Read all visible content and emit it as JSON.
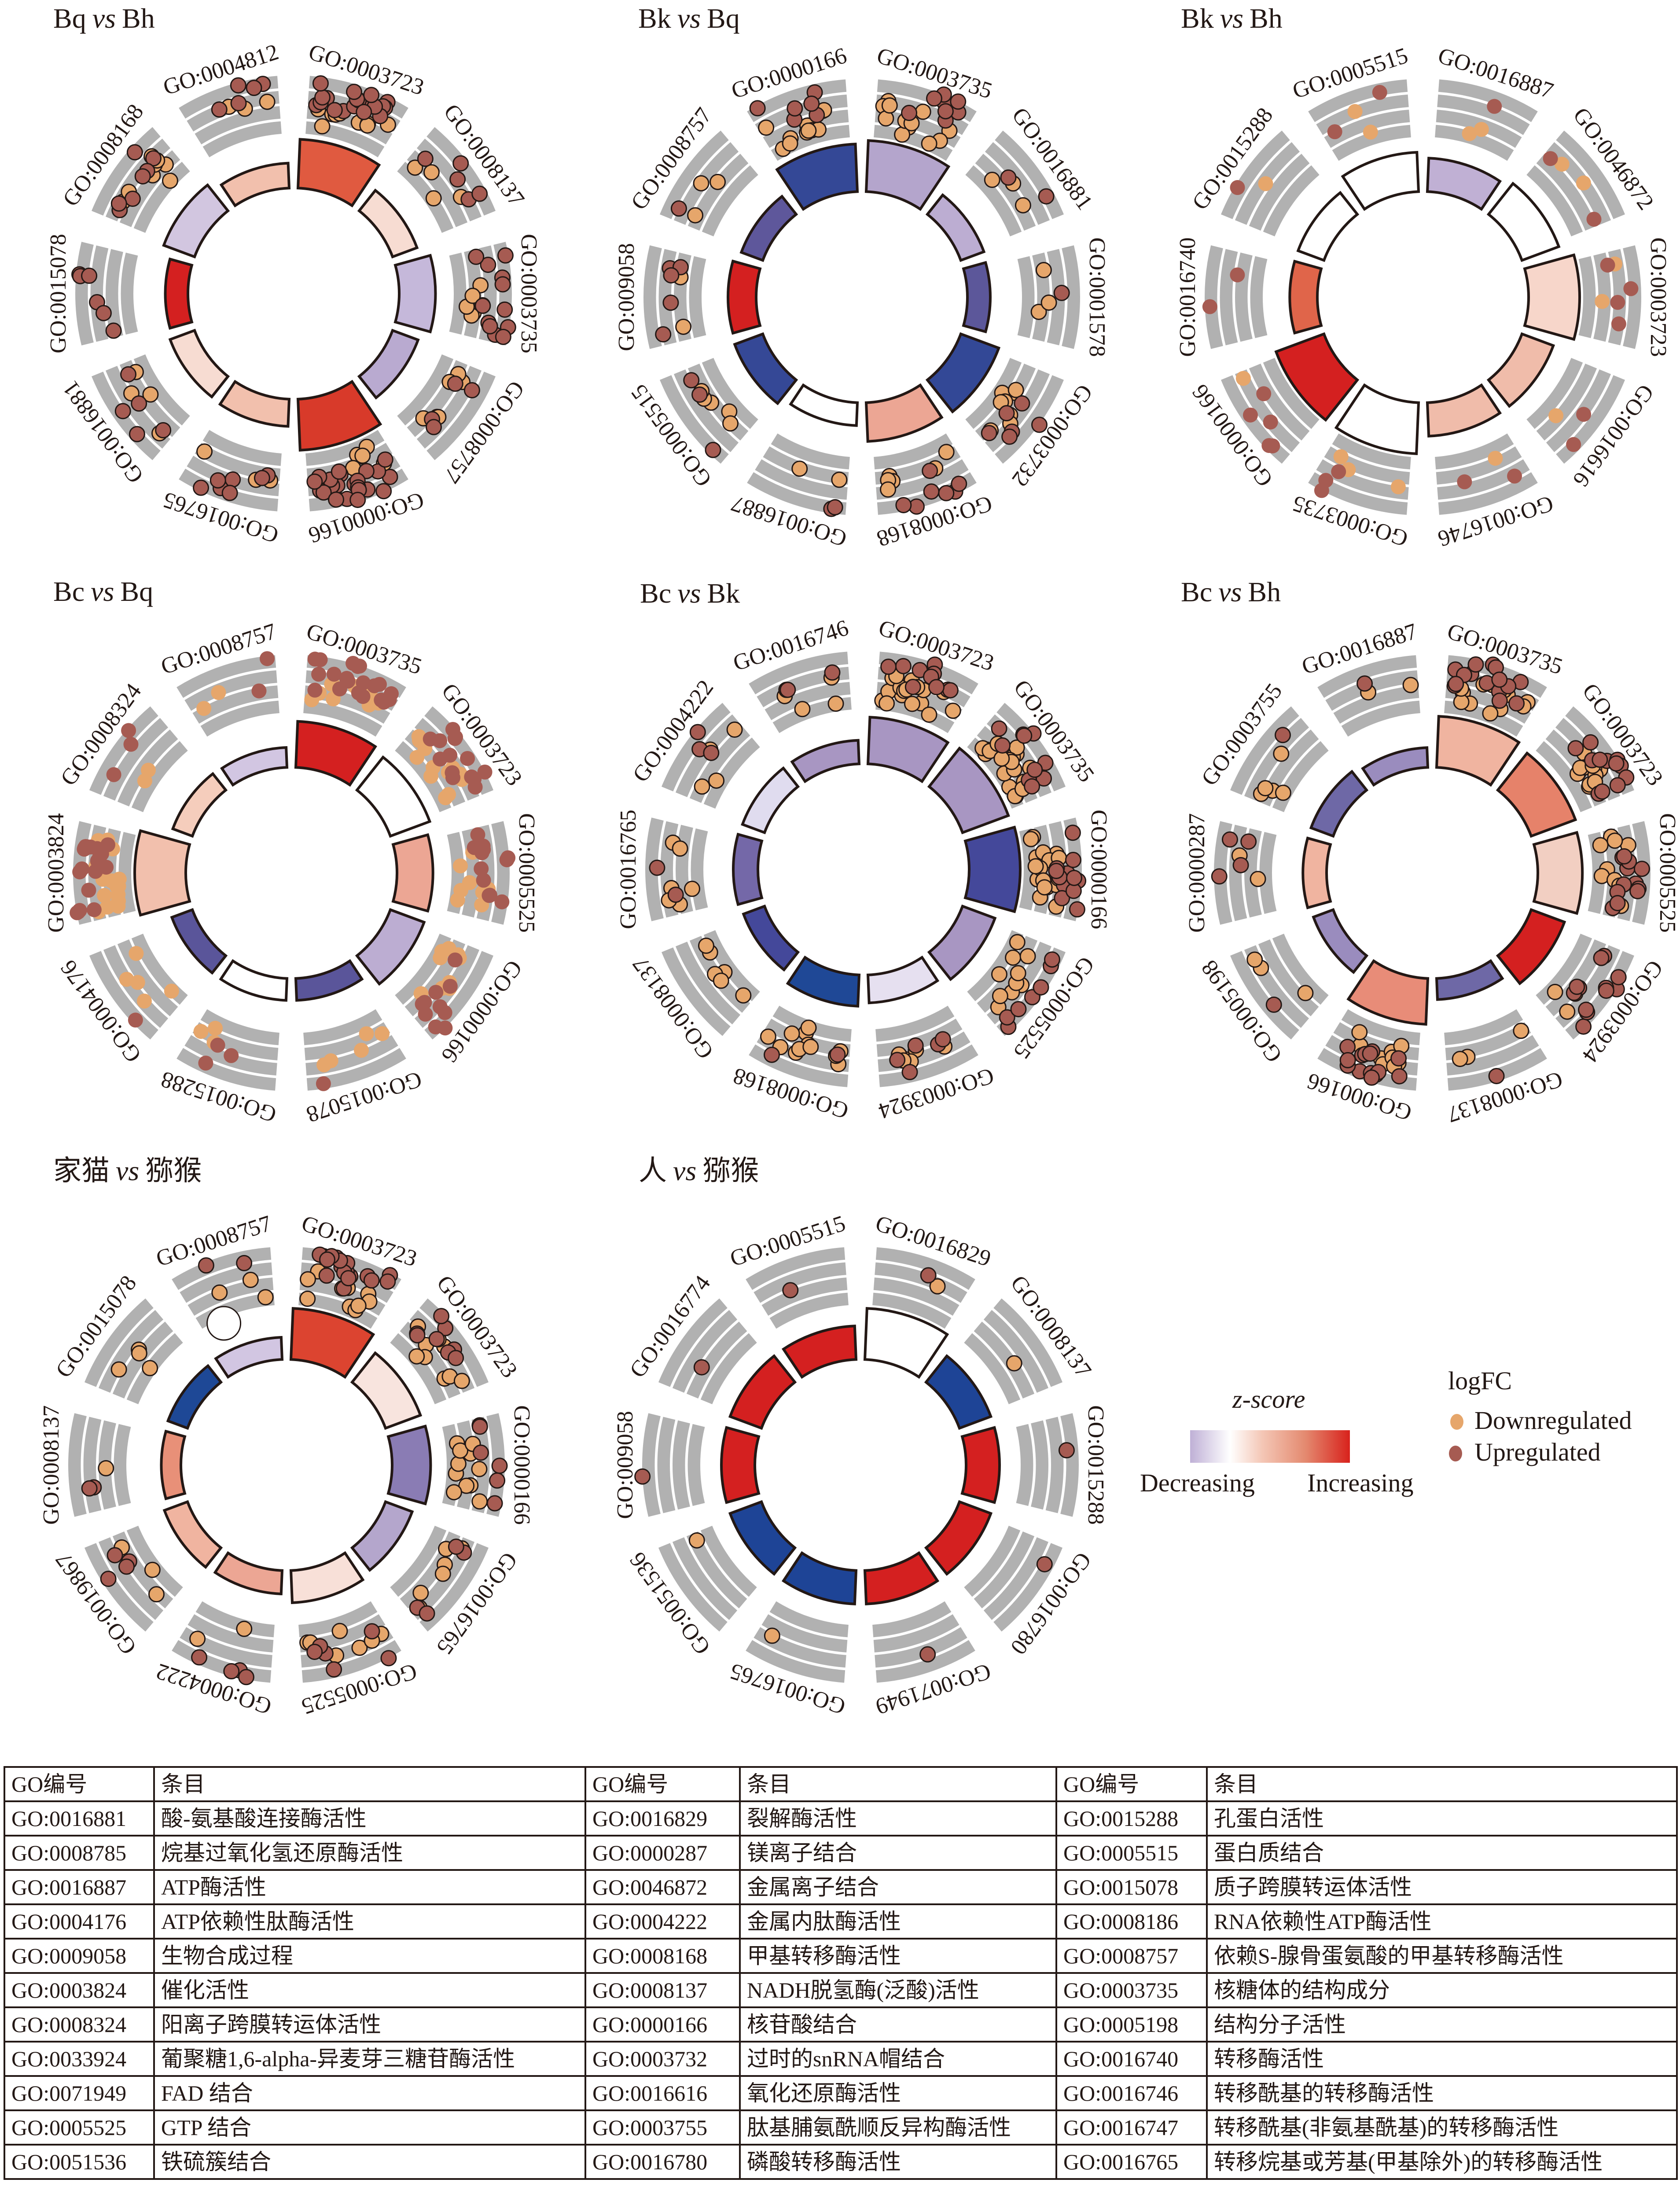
{
  "chart_data": {
    "type": "goplot-circle",
    "point_colors": {
      "down": "#e6a66b",
      "up": "#a65b52"
    },
    "plots": [
      {
        "title": {
          "a": "Bq",
          "vs": "vs",
          "b": "Bh"
        },
        "outlined": true,
        "segments": [
          {
            "term": "GO:0003723",
            "color": "#e05a40",
            "down": 9,
            "up": 20
          },
          {
            "term": "GO:0008137",
            "color": "#f7dcd2",
            "down": 4,
            "up": 5
          },
          {
            "term": "GO:0003735",
            "color": "#c5b8da",
            "down": 6,
            "up": 12
          },
          {
            "term": "GO:0008757",
            "color": "#b9aad0",
            "down": 6,
            "up": 4
          },
          {
            "term": "GO:0000166",
            "color": "#d83a2a",
            "down": 6,
            "up": 25
          },
          {
            "term": "GO:0016765",
            "color": "#f2c0ad",
            "down": 3,
            "up": 7
          },
          {
            "term": "GO:0016881",
            "color": "#f7dcd2",
            "down": 4,
            "up": 5
          },
          {
            "term": "GO:0015078",
            "color": "#d42020",
            "down": 0,
            "up": 6
          },
          {
            "term": "GO:0008168",
            "color": "#d2c6e0",
            "down": 8,
            "up": 7
          },
          {
            "term": "GO:0004812",
            "color": "#f2c0ad",
            "down": 3,
            "up": 5
          }
        ]
      },
      {
        "title": {
          "a": "Bk",
          "vs": "vs",
          "b": "Bq"
        },
        "outlined": true,
        "segments": [
          {
            "term": "GO:0003735",
            "color": "#b4a5cc",
            "down": 12,
            "up": 8
          },
          {
            "term": "GO:0016881",
            "color": "#bcadd2",
            "down": 3,
            "up": 2
          },
          {
            "term": "GO:0001578",
            "color": "#5c579a",
            "down": 3,
            "up": 1
          },
          {
            "term": "GO:0003732",
            "color": "#334896",
            "down": 8,
            "up": 6
          },
          {
            "term": "GO:0008168",
            "color": "#eca694",
            "down": 6,
            "up": 7
          },
          {
            "term": "GO:0016887",
            "color": "#ffffff",
            "down": 2,
            "up": 2
          },
          {
            "term": "GO:0005515",
            "color": "#354896",
            "down": 5,
            "up": 3
          },
          {
            "term": "GO:009058",
            "color": "#d42020",
            "down": 2,
            "up": 5
          },
          {
            "term": "GO:0008757",
            "color": "#5e579b",
            "down": 3,
            "up": 1
          },
          {
            "term": "GO:0000166",
            "color": "#344896",
            "down": 12,
            "up": 6
          }
        ]
      },
      {
        "title": {
          "a": "Bk",
          "vs": "vs",
          "b": "Bh"
        },
        "outlined": false,
        "segments": [
          {
            "term": "GO:0016887",
            "color": "#c0b0d4",
            "down": 2,
            "up": 1
          },
          {
            "term": "GO:0046872",
            "color": "#ffffff",
            "down": 2,
            "up": 2
          },
          {
            "term": "GO:0003723",
            "color": "#f7d6ca",
            "down": 2,
            "up": 4
          },
          {
            "term": "GO:0016616",
            "color": "#f0bcaa",
            "down": 1,
            "up": 2
          },
          {
            "term": "GO:0016746",
            "color": "#f0bcaa",
            "down": 1,
            "up": 2
          },
          {
            "term": "GO:0003735",
            "color": "#ffffff",
            "down": 3,
            "up": 3
          },
          {
            "term": "GO:0000166",
            "color": "#d42020",
            "down": 1,
            "up": 5
          },
          {
            "term": "GO:0016740",
            "color": "#e0654a",
            "down": 0,
            "up": 2
          },
          {
            "term": "GO:0015288",
            "color": "#ffffff",
            "down": 1,
            "up": 1
          },
          {
            "term": "GO:0005515",
            "color": "#ffffff",
            "down": 2,
            "up": 2
          }
        ]
      },
      {
        "title": {
          "a": "Bc",
          "vs": "vs",
          "b": "Bq"
        },
        "outlined": false,
        "segments": [
          {
            "term": "GO:0003735",
            "color": "#d42020",
            "down": 10,
            "up": 20
          },
          {
            "term": "GO:0003723",
            "color": "#ffffff",
            "down": 12,
            "up": 14
          },
          {
            "term": "GO:0005525",
            "color": "#eca694",
            "down": 8,
            "up": 12
          },
          {
            "term": "GO:0000166",
            "color": "#bcadd2",
            "down": 10,
            "up": 10
          },
          {
            "term": "GO:0015078",
            "color": "#5a559a",
            "down": 5,
            "up": 1
          },
          {
            "term": "GO:0015288",
            "color": "#ffffff",
            "down": 3,
            "up": 3
          },
          {
            "term": "GO:0004176",
            "color": "#5a559a",
            "down": 5,
            "up": 1
          },
          {
            "term": "GO:0003824",
            "color": "#f2c0ad",
            "down": 15,
            "up": 20
          },
          {
            "term": "GO:0008324",
            "color": "#f5cdbc",
            "down": 2,
            "up": 3
          },
          {
            "term": "GO:0008757",
            "color": "#d2c6e2",
            "down": 2,
            "up": 2
          }
        ]
      },
      {
        "title": {
          "a": "Bc",
          "vs": "vs",
          "b": "Bk"
        },
        "outlined": true,
        "segments": [
          {
            "term": "GO:0003723",
            "color": "#a896c2",
            "down": 18,
            "up": 10
          },
          {
            "term": "GO:0003735",
            "color": "#a896c2",
            "down": 20,
            "up": 10
          },
          {
            "term": "GO:0000166",
            "color": "#44489a",
            "down": 20,
            "up": 12
          },
          {
            "term": "GO:0005525",
            "color": "#a896c2",
            "down": 10,
            "up": 7
          },
          {
            "term": "GO:0003924",
            "color": "#e6e0f0",
            "down": 6,
            "up": 5
          },
          {
            "term": "GO:0008168",
            "color": "#1f4896",
            "down": 12,
            "up": 2
          },
          {
            "term": "GO:0008137",
            "color": "#44489a",
            "down": 6,
            "up": 0
          },
          {
            "term": "GO:0016765",
            "color": "#7468a8",
            "down": 6,
            "up": 2
          },
          {
            "term": "GO:0004222",
            "color": "#e0dcef",
            "down": 4,
            "up": 3
          },
          {
            "term": "GO:0016746",
            "color": "#a896c2",
            "down": 5,
            "up": 2
          }
        ]
      },
      {
        "title": {
          "a": "Bc",
          "vs": "vs",
          "b": "Bh"
        },
        "outlined": true,
        "segments": [
          {
            "term": "GO:0003735",
            "color": "#f0b4a0",
            "down": 12,
            "up": 15
          },
          {
            "term": "GO:0003723",
            "color": "#e6826a",
            "down": 12,
            "up": 12
          },
          {
            "term": "GO:0005525",
            "color": "#f2cfc2",
            "down": 10,
            "up": 12
          },
          {
            "term": "GO:0003924",
            "color": "#d42020",
            "down": 3,
            "up": 12
          },
          {
            "term": "GO:0008137",
            "color": "#6e68a6",
            "down": 3,
            "up": 1
          },
          {
            "term": "GO:000166",
            "color": "#e88c78",
            "down": 9,
            "up": 14
          },
          {
            "term": "GO:0005198",
            "color": "#9a8cbe",
            "down": 3,
            "up": 1
          },
          {
            "term": "GO:0000287",
            "color": "#f0b4a0",
            "down": 2,
            "up": 4
          },
          {
            "term": "GO:0003755",
            "color": "#6e68a6",
            "down": 5,
            "up": 1
          },
          {
            "term": "GO:0016887",
            "color": "#9a8cbe",
            "down": 2,
            "up": 1
          }
        ]
      },
      {
        "title": {
          "a": "家猫",
          "vs": "vs",
          "b": "猕猴"
        },
        "outlined": true,
        "segments": [
          {
            "term": "GO:0003723",
            "color": "#dc4430",
            "down": 10,
            "up": 18
          },
          {
            "term": "GO:0003723",
            "color": "#f8e4de",
            "down": 9,
            "up": 8
          },
          {
            "term": "GO:0000166",
            "color": "#8a7cb4",
            "down": 12,
            "up": 6
          },
          {
            "term": "GO:0016765",
            "color": "#b4a6cc",
            "down": 6,
            "up": 4
          },
          {
            "term": "GO:0005525",
            "color": "#f8e0d8",
            "down": 7,
            "up": 6
          },
          {
            "term": "GO:0004222",
            "color": "#eca694",
            "down": 2,
            "up": 4
          },
          {
            "term": "GO:0019867",
            "color": "#f0b4a0",
            "down": 3,
            "up": 4
          },
          {
            "term": "GO:0008137",
            "color": "#e89078",
            "down": 1,
            "up": 2
          },
          {
            "term": "GO:0015078",
            "color": "#1e4896",
            "down": 4,
            "up": 0
          },
          {
            "term": "GO:0008757",
            "color": "#d2c6e2",
            "down": 3,
            "up": 2,
            "empty": 1
          }
        ]
      },
      {
        "title": {
          "a": "人",
          "vs": "vs",
          "b": "猕猴"
        },
        "outlined": true,
        "segments": [
          {
            "term": "GO:0016829",
            "color": "#ffffff",
            "down": 1,
            "up": 1
          },
          {
            "term": "GO:0008137",
            "color": "#1e4496",
            "down": 1,
            "up": 0
          },
          {
            "term": "GO:0015288",
            "color": "#d42020",
            "down": 0,
            "up": 1
          },
          {
            "term": "GO:0016780",
            "color": "#d42020",
            "down": 0,
            "up": 1
          },
          {
            "term": "GO:0071949",
            "color": "#d42020",
            "down": 0,
            "up": 1
          },
          {
            "term": "GO:0016765",
            "color": "#1e4496",
            "down": 1,
            "up": 0
          },
          {
            "term": "GO:0051536",
            "color": "#1e4496",
            "down": 1,
            "up": 0
          },
          {
            "term": "GO:009058",
            "color": "#d42020",
            "down": 0,
            "up": 1
          },
          {
            "term": "GO:0016774",
            "color": "#d42020",
            "down": 0,
            "up": 1
          },
          {
            "term": "GO:0005515",
            "color": "#d42020",
            "down": 0,
            "up": 1
          }
        ]
      }
    ],
    "legend": {
      "zscore_title": "z-score",
      "zscore_low": "Decreasing",
      "zscore_high": "Increasing",
      "zscore_colors": [
        "#bfb0d6",
        "#ffffff",
        "#d8221c"
      ],
      "logfc_title": "logFC",
      "down_label": "Downregulated",
      "up_label": "Upregulated"
    }
  },
  "table": {
    "headers": [
      "GO编号",
      "条目",
      "GO编号",
      "条目",
      "GO编号",
      "条目"
    ],
    "rows": [
      [
        "GO:0016881",
        "酸-氨基酸连接酶活性",
        "GO:0016829",
        "裂解酶活性",
        "GO:0015288",
        "孔蛋白活性"
      ],
      [
        "GO:0008785",
        "烷基过氧化氢还原酶活性",
        "GO:0000287",
        "镁离子结合",
        "GO:0005515",
        "蛋白质结合"
      ],
      [
        "GO:0016887",
        "ATP酶活性",
        "GO:0046872",
        "金属离子结合",
        "GO:0015078",
        "质子跨膜转运体活性"
      ],
      [
        "GO:0004176",
        "ATP依赖性肽酶活性",
        "GO:0004222",
        "金属内肽酶活性",
        "GO:0008186",
        "RNA依赖性ATP酶活性"
      ],
      [
        "GO:0009058",
        "生物合成过程",
        "GO:0008168",
        "甲基转移酶活性",
        "GO:0008757",
        "依赖S-腺骨蛋氨酸的甲基转移酶活性"
      ],
      [
        "GO:0003824",
        "催化活性",
        "GO:0008137",
        "NADH脱氢酶(泛酸)活性",
        "GO:0003735",
        "核糖体的结构成分"
      ],
      [
        "GO:0008324",
        "阳离子跨膜转运体活性",
        "GO:0000166",
        "核苷酸结合",
        "GO:0005198",
        "结构分子活性"
      ],
      [
        "GO:0033924",
        "葡聚糖1,6-alpha-异麦芽三糖苷酶活性",
        "GO:0003732",
        "过时的snRNA帽结合",
        "GO:0016740",
        "转移酶活性"
      ],
      [
        "GO:0071949",
        "FAD 结合",
        "GO:0016616",
        "氧化还原酶活性",
        "GO:0016746",
        "转移酰基的转移酶活性"
      ],
      [
        "GO:0005525",
        "GTP 结合",
        "GO:0003755",
        "肽基脯氨酰顺反异构酶活性",
        "GO:0016747",
        "转移酰基(非氨基酰基)的转移酶活性"
      ],
      [
        "GO:0051536",
        "铁硫簇结合",
        "GO:0016780",
        "磷酸转移酶活性",
        "GO:0016765",
        "转移烷基或芳基(甲基除外)的转移酶活性"
      ]
    ]
  }
}
